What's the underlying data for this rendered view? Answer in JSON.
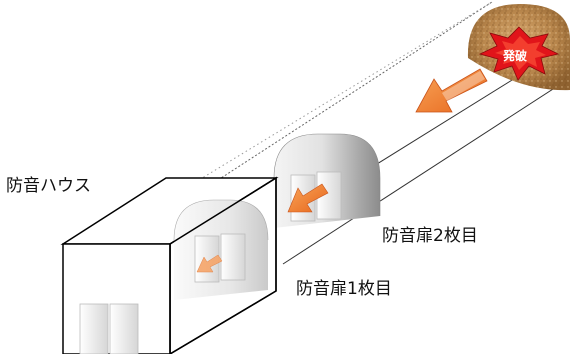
{
  "labels": {
    "soundproof_house": "防音ハウス",
    "door_2": "防音扉2枚目",
    "door_1": "防音扉1枚目",
    "blast": "発破"
  },
  "colors": {
    "blast_red": "#e1141a",
    "arrow_orange": "#f07a22",
    "rock_brown": "#b8864c",
    "outline": "#000000"
  },
  "icons": [
    "explosion-burst-icon",
    "arrow-icon"
  ]
}
